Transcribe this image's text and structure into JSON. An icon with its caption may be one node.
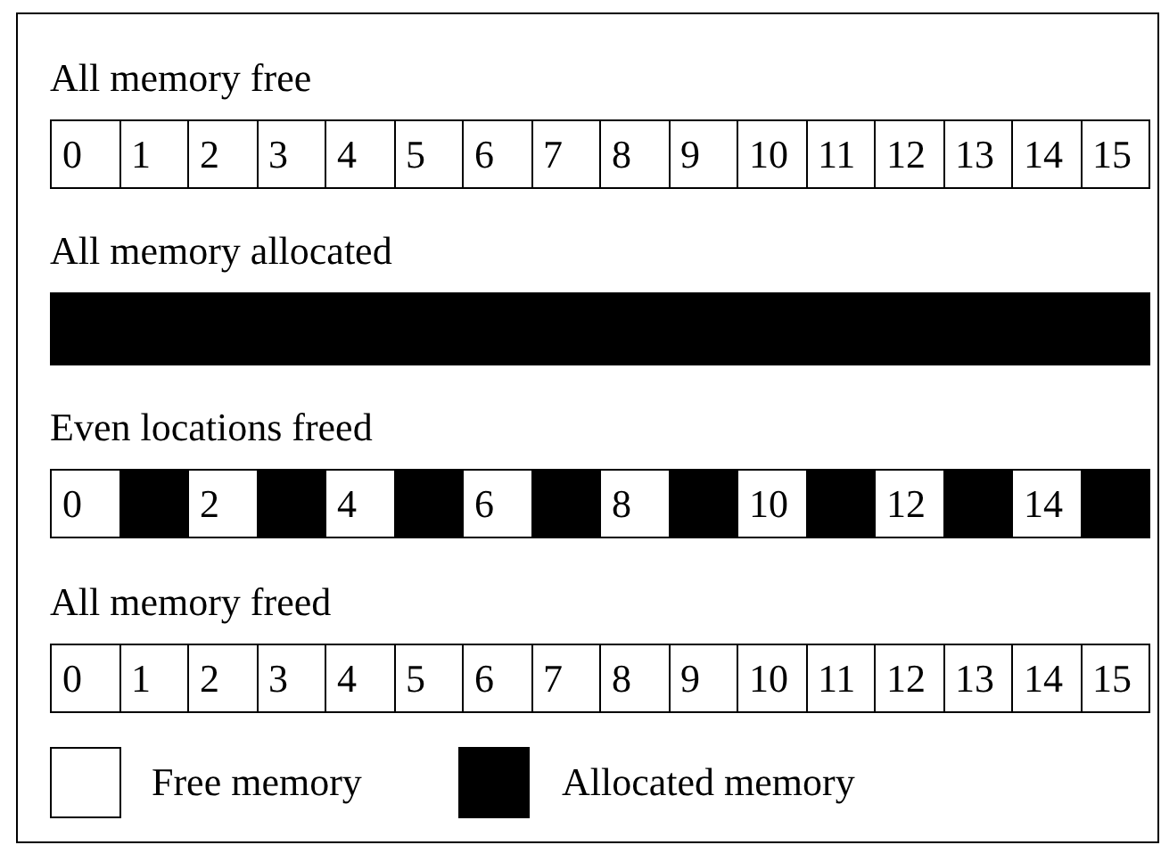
{
  "diagram": {
    "nodes": [
      {
        "text": [
          "0"
        ]
      },
      {
        "text": [
          "1"
        ]
      },
      {
        "text": [
          "2"
        ]
      },
      {
        "text": [
          "3"
        ]
      },
      {
        "text": [
          "4"
        ]
      },
      {
        "text": [
          "5"
        ]
      },
      {
        "text": [
          "6"
        ]
      },
      {
        "text": [
          "7"
        ]
      },
      {
        "text": [
          "8"
        ]
      },
      {
        "text": [
          "9"
        ]
      },
      {
        "text": [
          "10"
        ]
      },
      {
        "text": [
          "11"
        ]
      },
      {
        "text": [
          "12"
        ]
      },
      {
        "text": [
          "13"
        ]
      },
      {
        "text": [
          "14"
        ]
      },
      {
        "text": [
          "15"
        ]
      },
      {
        "text": [],
        "shape": "bar"
      },
      {
        "text": [
          "0"
        ]
      },
      {
        "text": [],
        "shape": "box"
      },
      {
        "text": [
          "2"
        ]
      },
      {
        "text": [],
        "shape": "box"
      },
      {
        "text": [
          "4"
        ]
      },
      {
        "text": [],
        "shape": "box"
      },
      {
        "text": [
          "6"
        ]
      },
      {
        "text": [],
        "shape": "box"
      },
      {
        "text": [
          "8"
        ]
      },
      {
        "text": [],
        "shape": "box"
      },
      {
        "text": [
          "10"
        ]
      },
      {
        "text": [],
        "shape": "box"
      },
      {
        "text": [
          "12"
        ]
      },
      {
        "text": [],
        "shape": "box"
      },
      {
        "text": [
          "14"
        ]
      },
      {
        "text": [],
        "shape": "box"
      },
      {
        "text": [
          "0"
        ]
      },
      {
        "text": [
          "1"
        ]
      },
      {
        "text": [
          "2"
        ]
      },
      {
        "text": [
          "3"
        ]
      },
      {
        "text": [
          "4"
        ]
      },
      {
        "text": [
          "5"
        ]
      },
      {
        "text": [
          "6"
        ]
      },
      {
        "text": [
          "7"
        ]
      },
      {
        "text": [
          "8"
        ]
      },
      {
        "text": [
          "9"
        ]
      },
      {
        "text": [
          "10"
        ]
      },
      {
        "text": [
          "11"
        ]
      },
      {
        "text": [
          "12"
        ]
      },
      {
        "text": [
          "13"
        ]
      },
      {
        "text": [
          "14"
        ]
      },
      {
        "text": [
          "15"
        ]
      }
    ],
    "edges": [],
    "labels": [
      "All memory free",
      "All memory allocated",
      "Even locations freed",
      "All memory freed"
    ],
    "legend": [
      {
        "text": "Free memory",
        "color": "#ffffff"
      },
      {
        "text": "Allocated memory",
        "color": "#000000"
      }
    ]
  }
}
